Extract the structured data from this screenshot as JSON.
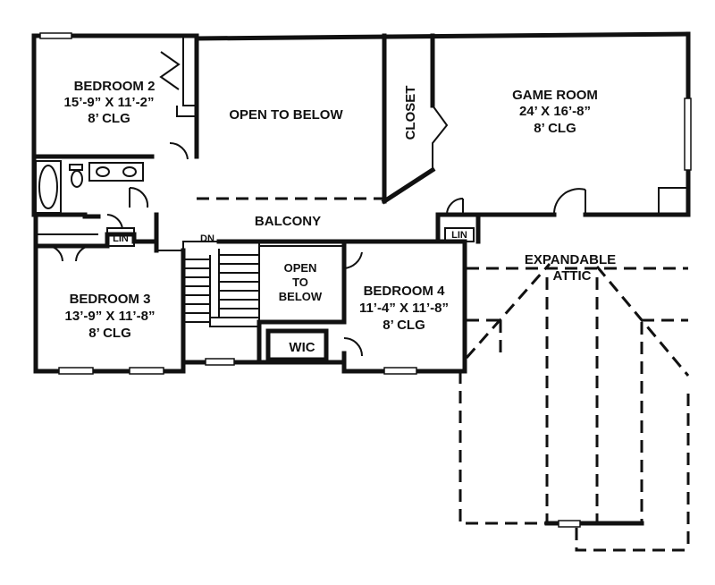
{
  "rooms": {
    "bedroom2": {
      "name": "BEDROOM 2",
      "size": "15’-9” X 11’-2”",
      "ceiling": "8’ CLG"
    },
    "game_room": {
      "name": "GAME ROOM",
      "size": "24’ X 16’-8”",
      "ceiling": "8’ CLG"
    },
    "bedroom3": {
      "name": "BEDROOM 3",
      "size": "13’-9” X 11’-8”",
      "ceiling": "8’ CLG"
    },
    "bedroom4": {
      "name": "BEDROOM 4",
      "size": "11’-4” X 11’-8”",
      "ceiling": "8’ CLG"
    }
  },
  "labels": {
    "open_to_below_main": "OPEN TO BELOW",
    "closet": "CLOSET",
    "balcony": "BALCONY",
    "dn": "DN",
    "lin_left": "LIN",
    "lin_right": "LIN",
    "open_small_1": "OPEN",
    "open_small_2": "TO",
    "open_small_3": "BELOW",
    "wic": "WIC",
    "attic_1": "EXPANDABLE",
    "attic_2": "ATTIC"
  }
}
